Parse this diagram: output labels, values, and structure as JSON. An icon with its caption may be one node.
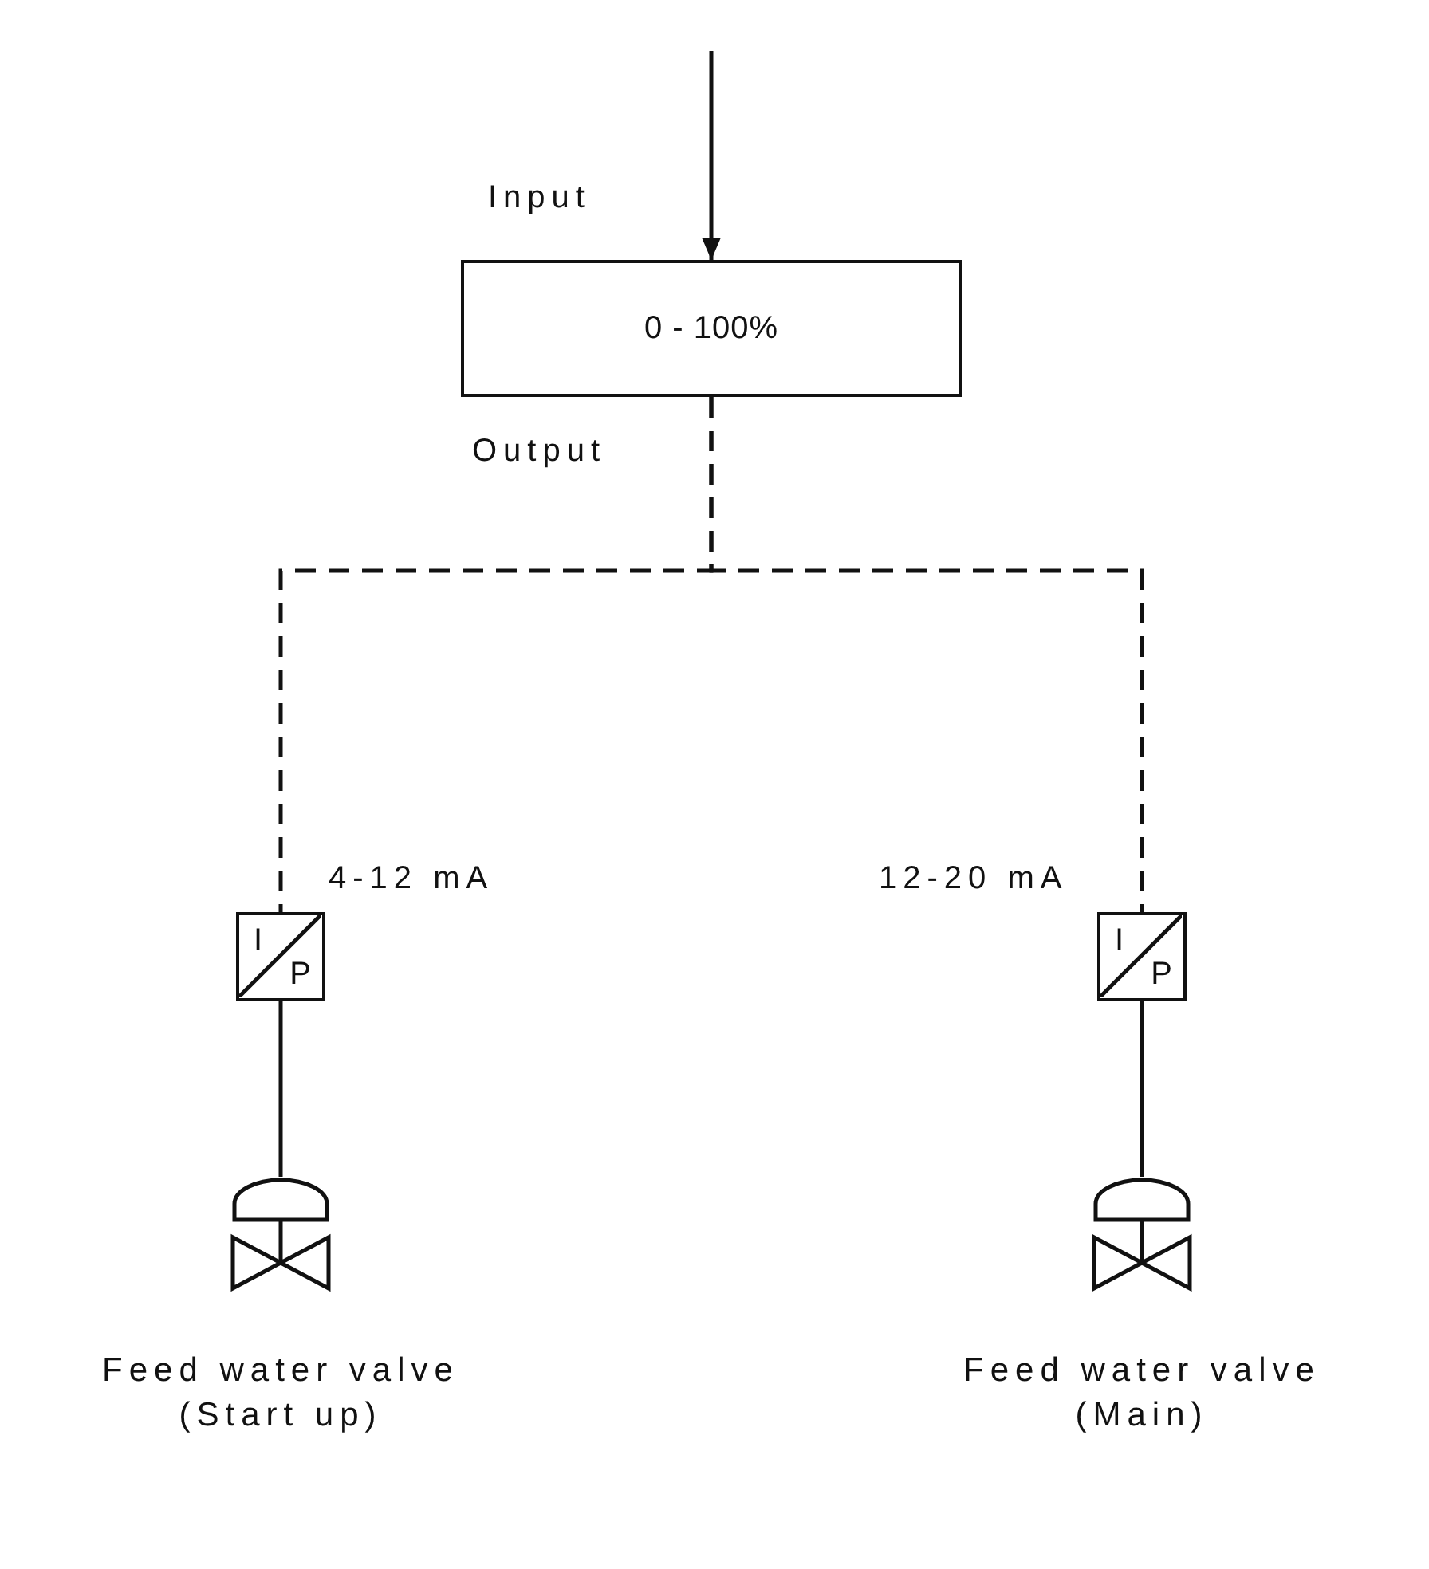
{
  "diagram": {
    "nodes": [
      {
        "text": [
          "0 - 100%"
        ]
      },
      {
        "text": [
          "I",
          "P"
        ]
      },
      {
        "text": [
          "I",
          "P"
        ]
      },
      {
        "text": [],
        "shape": "picture",
        "beside": [
          "Feed water valve (Start up)"
        ]
      },
      {
        "text": [],
        "shape": "picture",
        "beside": [
          "Feed water valve (Main)"
        ]
      }
    ],
    "edges": [
      {
        "from": null,
        "to": 0,
        "arrow": "to",
        "label": "Input"
      },
      {
        "from": 0,
        "to": 1,
        "arrow": "none",
        "style": "dashed",
        "label": "4-12 mA"
      },
      {
        "from": 0,
        "to": 2,
        "arrow": "none",
        "style": "dashed",
        "label": "12-20 mA"
      },
      {
        "from": 1,
        "to": 3,
        "arrow": "none"
      },
      {
        "from": 2,
        "to": 4,
        "arrow": "none"
      }
    ],
    "labels": [
      "Output"
    ]
  }
}
